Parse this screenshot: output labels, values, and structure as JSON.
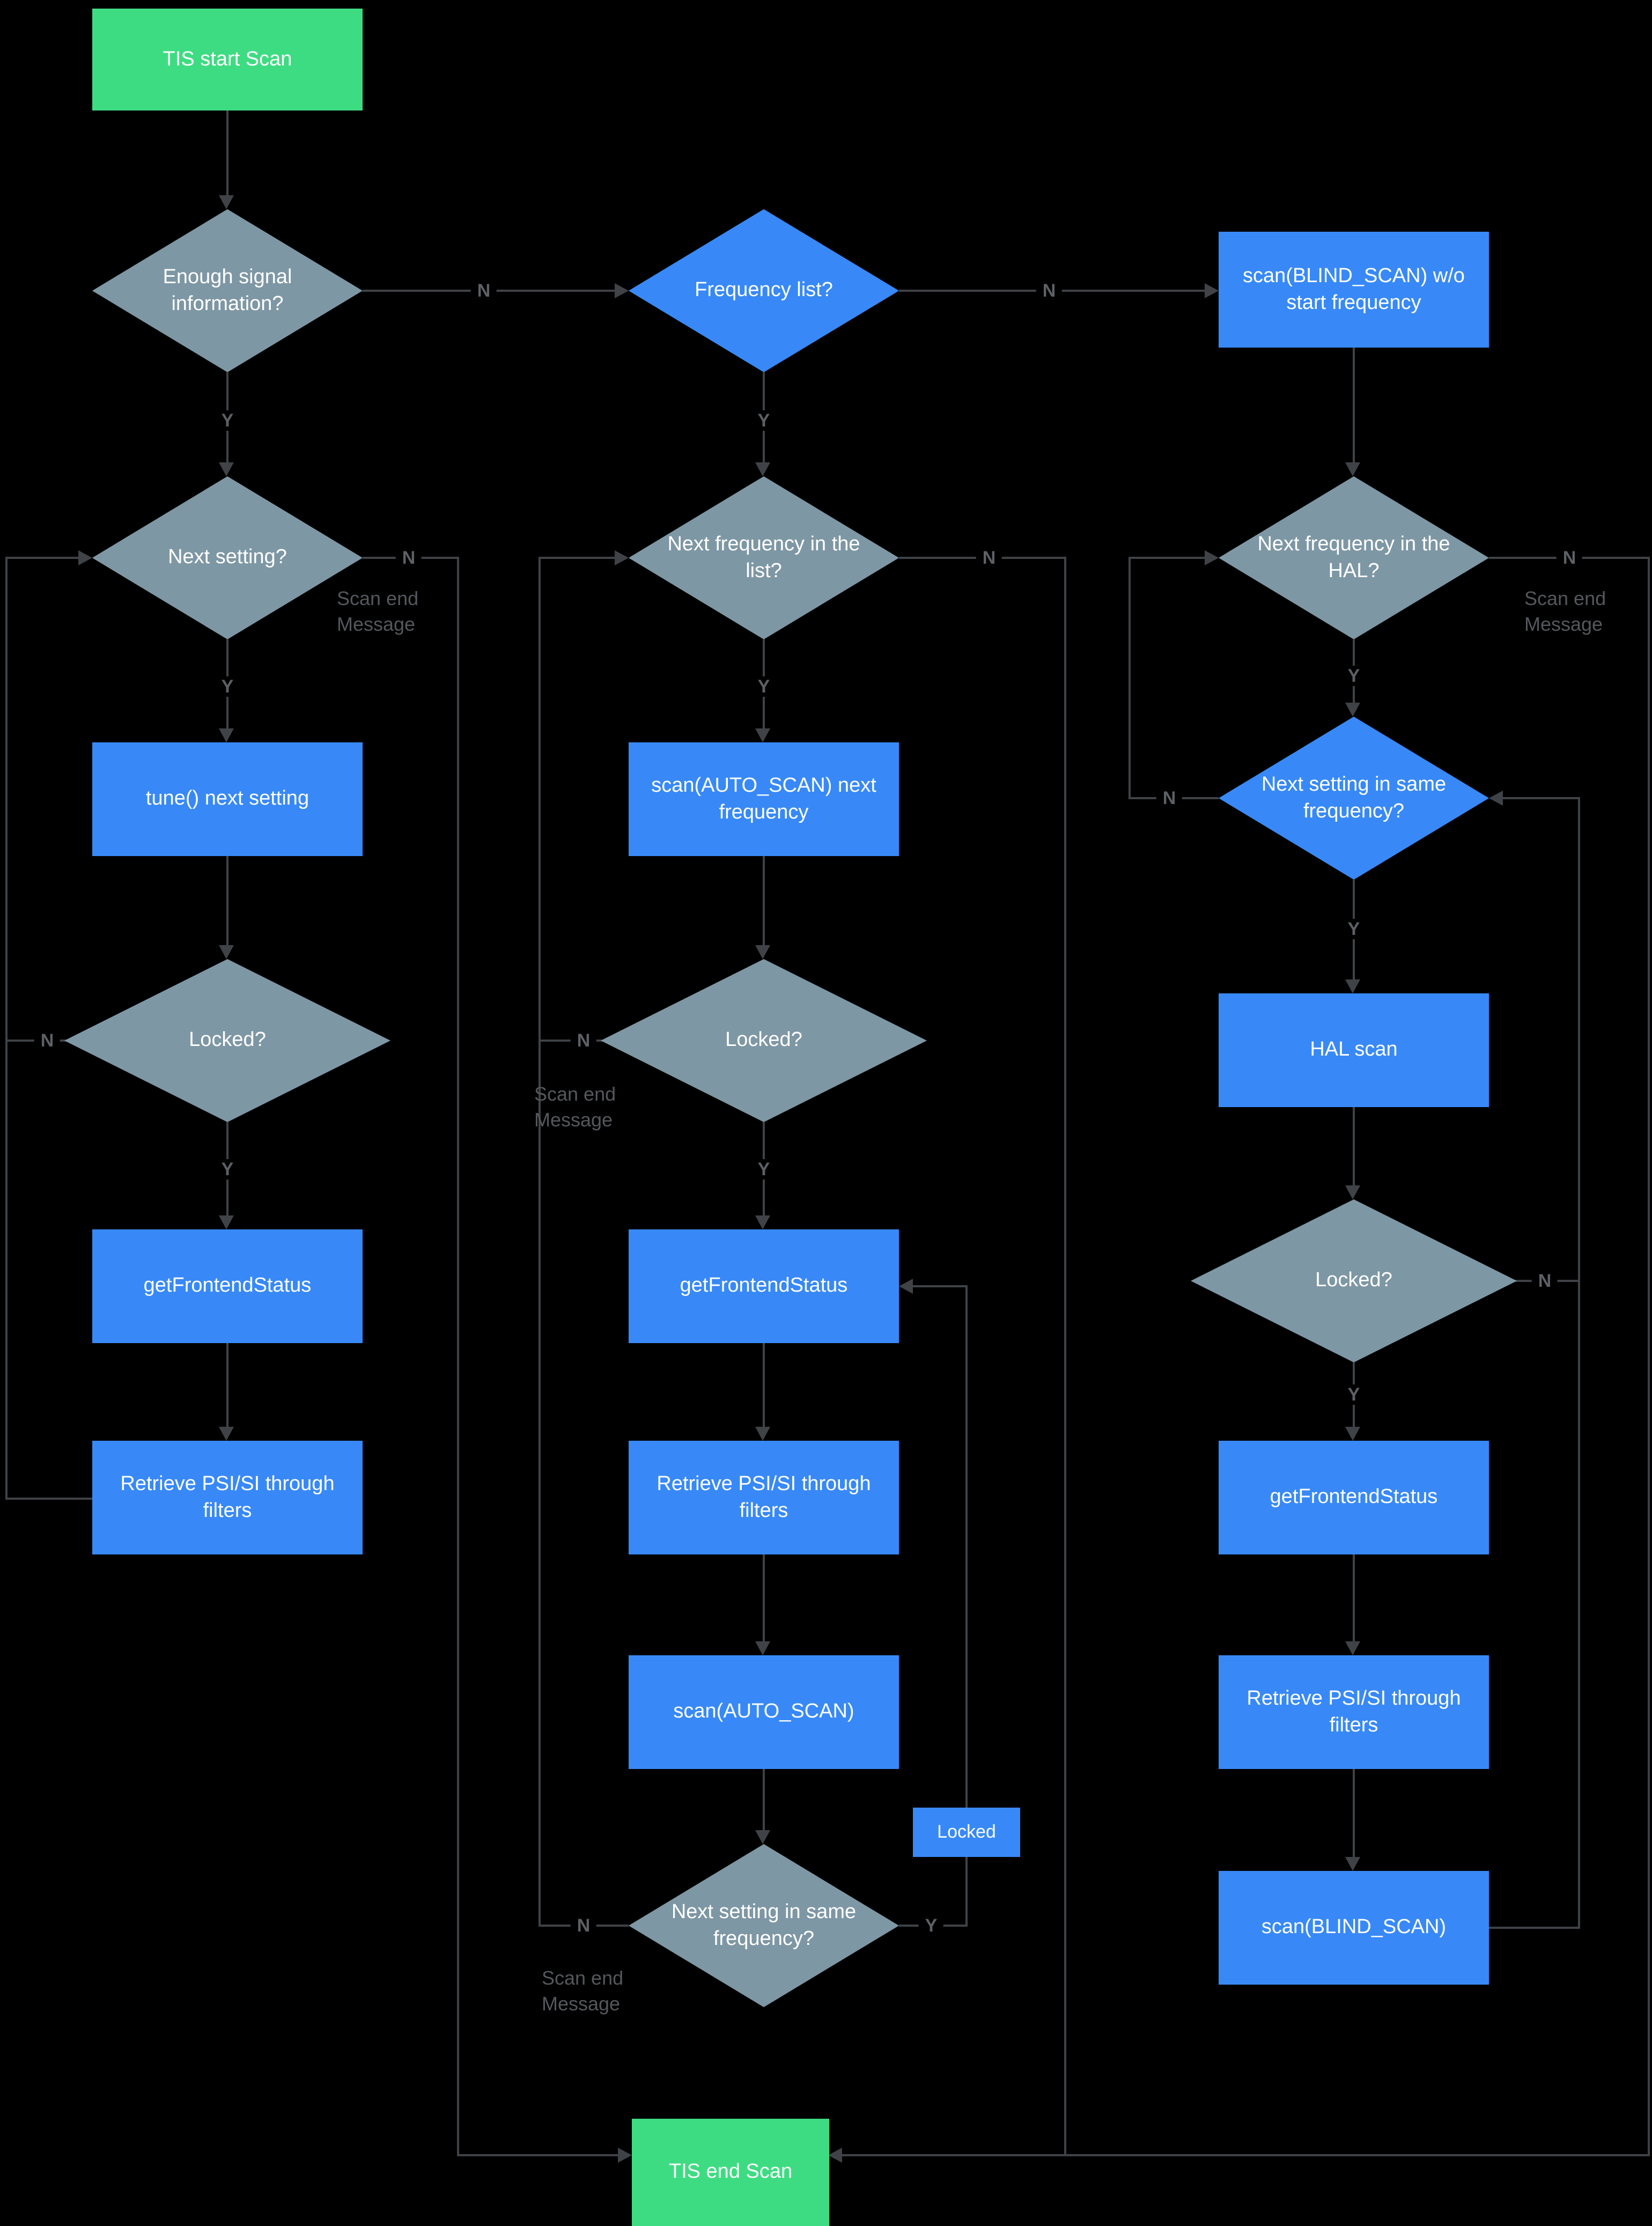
{
  "labels": {
    "yes": "Y",
    "no": "N",
    "scan_end": "Scan end Message"
  },
  "colors": {
    "green": "#3edc82",
    "blue": "#3889f7",
    "slate": "#7e97a4",
    "line": "#3f4347",
    "label": "#5d6166",
    "scanend": "#54575c",
    "text": "#ffffff",
    "bg": "#000000"
  },
  "nodes": {
    "start": "TIS start Scan",
    "enough_signal": "Enough signal information?",
    "frequency_list": "Frequency list?",
    "blind_scan_wo": "scan(BLIND_SCAN) w/o start frequency",
    "next_setting": "Next setting?",
    "next_freq_list": "Next frequency in the list?",
    "next_freq_hal": "Next frequency in the HAL?",
    "next_setting_same_hal": "Next setting in same frequency?",
    "tune_next": "tune() next setting",
    "auto_scan_next": "scan(AUTO_SCAN) next frequency",
    "hal_scan": "HAL scan",
    "locked_left": "Locked?",
    "locked_mid": "Locked?",
    "locked_right": "Locked?",
    "gfs_left": "getFrontendStatus",
    "gfs_mid": "getFrontendStatus",
    "gfs_right": "getFrontendStatus",
    "psi_left": "Retrieve PSI/SI through filters",
    "psi_mid": "Retrieve PSI/SI through filters",
    "psi_right": "Retrieve PSI/SI through filters",
    "auto_scan": "scan(AUTO_SCAN)",
    "blind_scan": "scan(BLIND_SCAN)",
    "locked_tag": "Locked",
    "next_setting_same_mid": "Next setting in same frequency?",
    "end": "TIS end Scan"
  }
}
